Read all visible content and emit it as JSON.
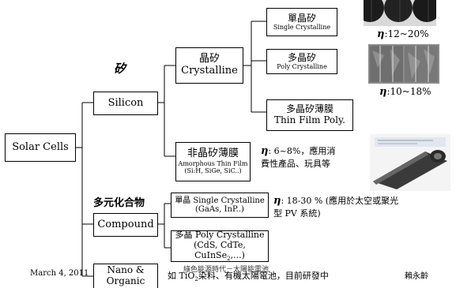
{
  "root": {
    "label": "Solar Cells"
  },
  "silicon": {
    "label": "Silicon",
    "chinese": "矽"
  },
  "crystalline": {
    "zh": "晶矽",
    "en": "Crystalline"
  },
  "single": {
    "zh": "單晶矽",
    "en": "Single Crystalline",
    "eta": "η",
    "eff": ":12~20%"
  },
  "poly": {
    "zh": "多晶矽",
    "en": "Poly Crystalline",
    "eta": "η",
    "eff": ":10~18%"
  },
  "thinpoly": {
    "zh": "多晶矽薄膜",
    "en": "Thin Film Poly."
  },
  "amorphous": {
    "zh": "非晶矽薄膜",
    "en": "Amorphous Thin Film",
    "en2": "(Si:H, SiGe, SiC..)",
    "eta": "η",
    "note1": ": 6~8%，應用消",
    "note2": "費性產品、玩具等"
  },
  "compound": {
    "label": "Compound",
    "heading": "多元化合物"
  },
  "comp_single": {
    "line1": "單晶 Single Crystalline",
    "line2": "(GaAs, InP..)",
    "eta": "η",
    "note1": ": 18-30 % (應用於太空或聚光",
    "note2": "型 PV 系統)"
  },
  "comp_poly": {
    "line1": "多晶 Poly Crystalline",
    "line2a": "(CdS, CdTe, CuInSe",
    "sub": "2",
    "line2b": ",...)"
  },
  "nano": {
    "line1": "Nano &",
    "line2": "Organic"
  },
  "footer": {
    "date": "March 4, 2011",
    "text_a": "如 TiO",
    "text_sub": "2",
    "text_b": "染料、有機太陽電池，目前研發中",
    "author": "賴永齡",
    "overlay": "綠色能源時代－太陽能電池"
  }
}
